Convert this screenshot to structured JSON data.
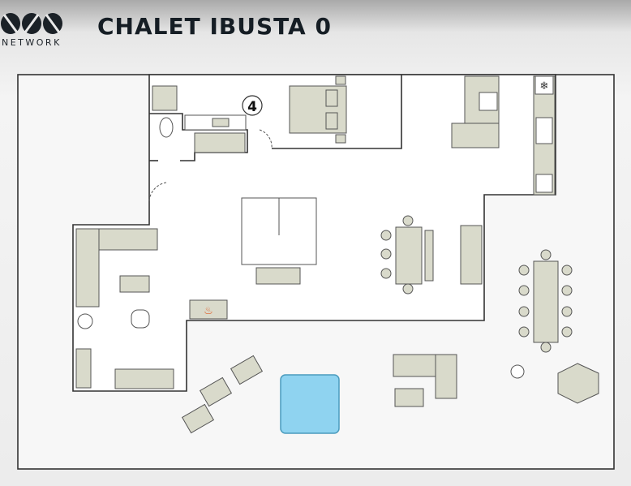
{
  "header": {
    "logo_text": "NETWORK",
    "title": "CHALET IBUSTA 0"
  },
  "plan": {
    "room_number": "4",
    "colors": {
      "furniture": "#d9dacb",
      "hot_tub": "#8fd3f0",
      "walls": "#333333",
      "fireplace": "#e0602a"
    }
  }
}
